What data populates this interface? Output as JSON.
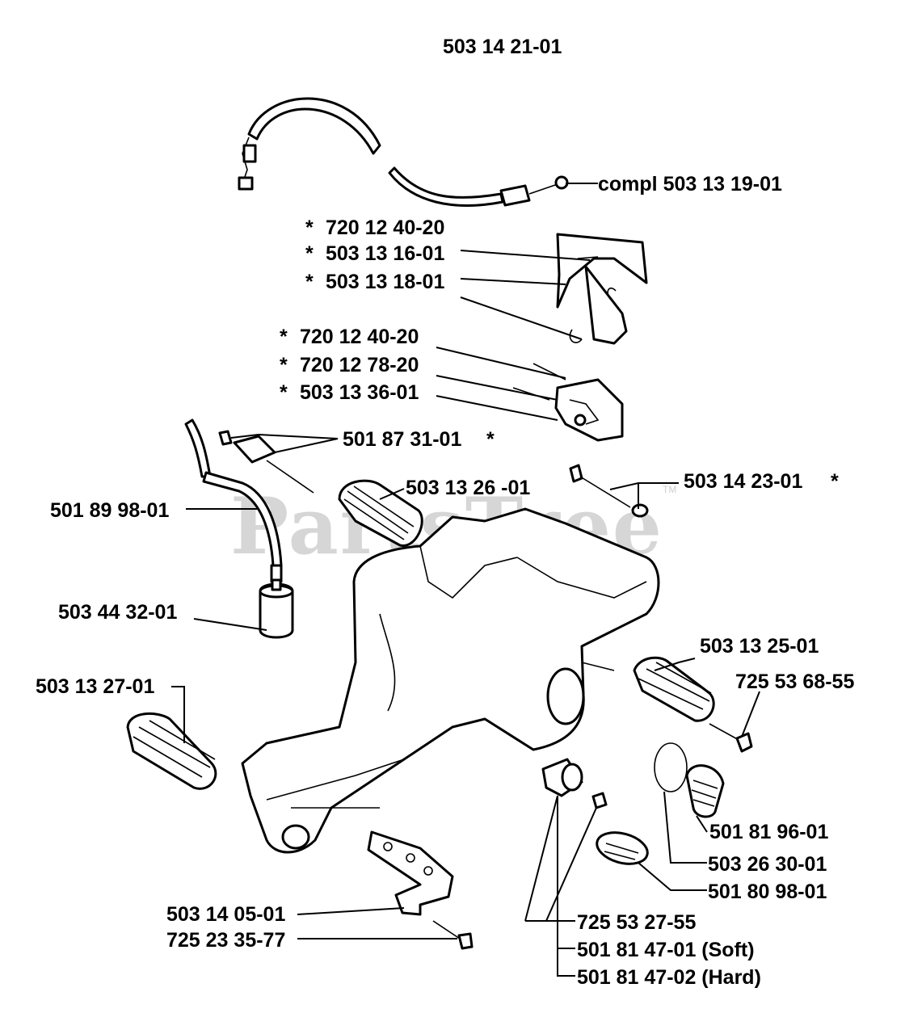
{
  "header": {
    "assembly_number": "503 14 21-01"
  },
  "watermark": {
    "text": "PartsTree",
    "trademark": "TM"
  },
  "callouts": {
    "throttle_cable": "compl 503 13 19-01",
    "c_720_12_40_20_a": "720 12 40-20",
    "c_503_13_16_01": "503 13 16-01",
    "c_503_13_18_01": "503 13 18-01",
    "c_720_12_40_20_b": "720 12 40-20",
    "c_720_12_78_20": "720 12 78-20",
    "c_503_13_36_01": "503 13 36-01",
    "c_501_87_31_01": "501 87 31-01",
    "c_501_89_98_01": "501 89 98-01",
    "c_503_13_26_01": "503 13 26 -01",
    "c_503_14_23_01": "503 14 23-01",
    "c_503_44_32_01": "503 44 32-01",
    "c_503_13_25_01": "503 13 25-01",
    "c_725_53_68_55": "725 53 68-55",
    "c_503_13_27_01": "503 13 27-01",
    "c_501_81_96_01": "501 81 96-01",
    "c_503_26_30_01": "503 26 30-01",
    "c_501_80_98_01": "501 80 98-01",
    "c_503_14_05_01": "503 14 05-01",
    "c_725_23_35_77": "725 23 35-77",
    "c_725_53_27_55": "725 53 27-55",
    "c_501_81_47_01": "501 81 47-01 (Soft)",
    "c_501_81_47_02": "501 81 47-02 (Hard)"
  },
  "asterisk": "*"
}
